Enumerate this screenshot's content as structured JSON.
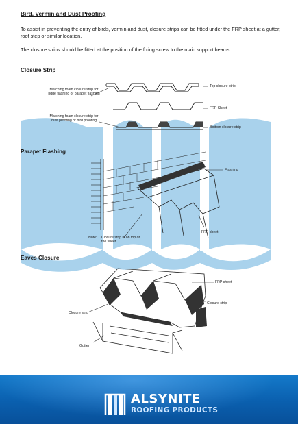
{
  "heading": "Bird, Vermin and Dust Proofing",
  "paragraphs": [
    "To assist in preventing the entry of birds, vermin and dust, closure strips can be fitted under the FRP sheet at a gutter, roof step or similar location.",
    "The closure strips should be fitted at the position of the fixing screw to the main support beams."
  ],
  "sections": {
    "closure_strip": "Closure Strip",
    "parapet_flashing": "Parapet Flashing",
    "eaves_closure": "Eaves Closure"
  },
  "closure_strip_labels": {
    "ridge_strip": "Matching foam closure strip for ridge flashing or parapet flashing",
    "dust_strip": "Matching foam closure strip for dust proofing or bird proofing",
    "top_strip": "Top closure strip",
    "frp_sheet": "FRP Sheet",
    "bottom_strip": "Bottom closure strip"
  },
  "parapet_labels": {
    "flashing": "Flashing",
    "frp_sheet": "FRP sheet",
    "note": "Note:",
    "note_text": "Closure strip is on top of the sheet"
  },
  "eaves_labels": {
    "frp_sheet": "FRP sheet",
    "closure_strip_right": "Closure strip",
    "closure_strip_left": "Closure strip",
    "gutter": "Gutter"
  },
  "footer": {
    "brand": "ALSYNITE",
    "tagline": "ROOFING PRODUCTS",
    "colors": {
      "footer_bg": "#0a5fae",
      "watermark": "#a9d2ec"
    }
  }
}
